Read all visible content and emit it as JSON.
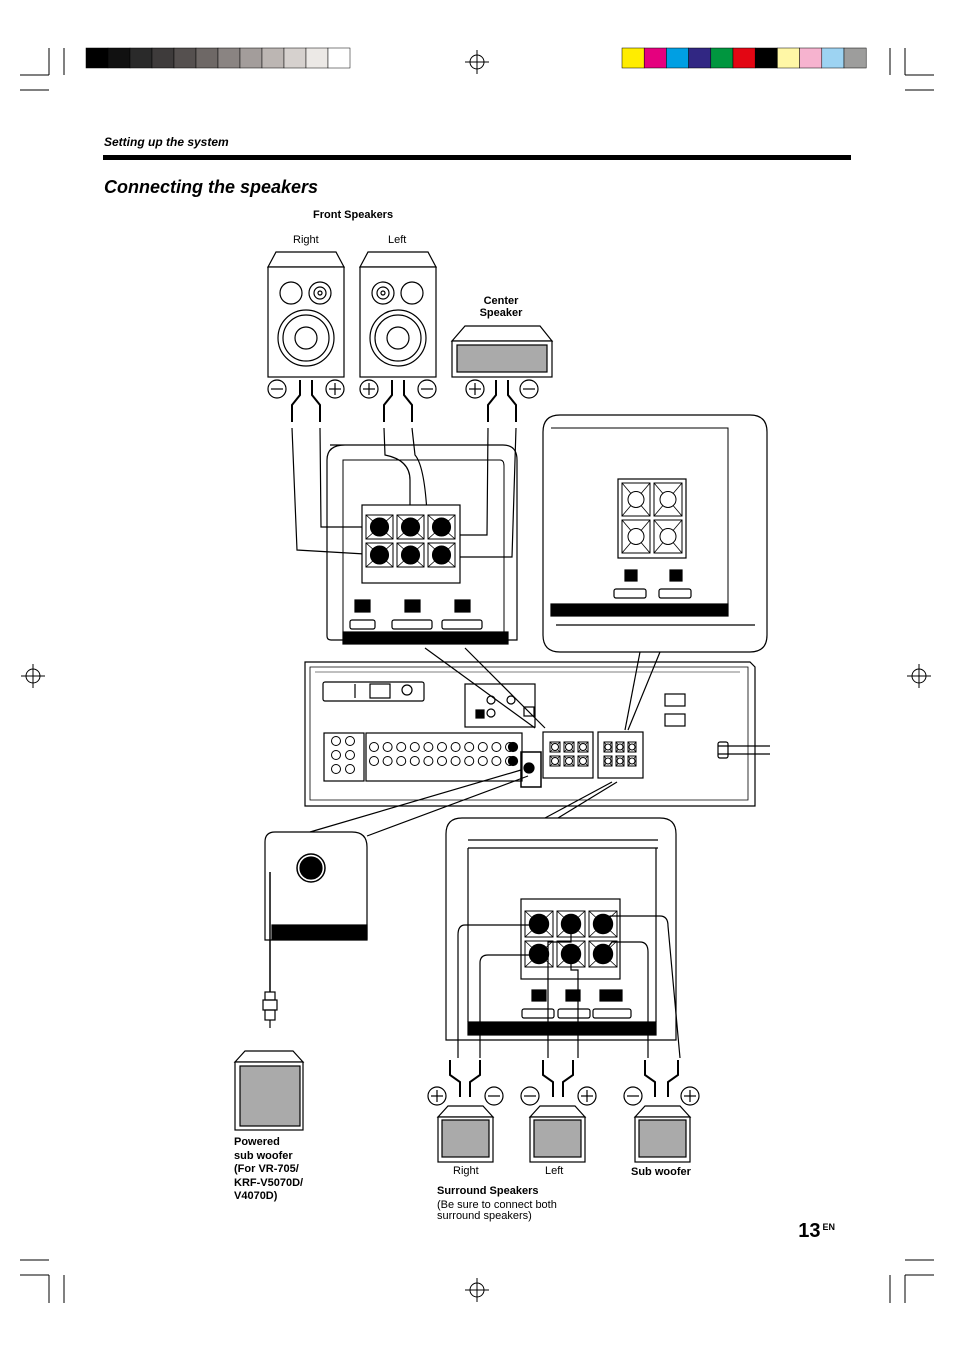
{
  "header": {
    "section": "Setting up the system",
    "title": "Connecting the speakers"
  },
  "front": {
    "heading": "Front Speakers",
    "right": "Right",
    "left": "Left"
  },
  "center": {
    "line1": "Center",
    "line2": "Speaker"
  },
  "subwoofer_powered": {
    "line1": "Powered",
    "line2": "sub woofer",
    "line3": "(For VR-705/",
    "line4": "KRF-V5070D/",
    "line5": "V4070D)"
  },
  "surround": {
    "right": "Right",
    "left": "Left",
    "heading": "Surround Speakers",
    "note1": "(Be sure to connect both",
    "note2": "surround speakers)"
  },
  "sub_woofer": "Sub woofer",
  "page": {
    "number": "13",
    "lang": "EN"
  },
  "colors": {
    "gray_swatches": [
      "#000000",
      "#111111",
      "#2a2a2a",
      "#3e3b3b",
      "#55504f",
      "#6e6866",
      "#8a8482",
      "#a39d9b",
      "#bcb6b3",
      "#d6d1ce",
      "#ece9e6",
      "#ffffff"
    ],
    "color_swatches": [
      "#ffed00",
      "#e5007e",
      "#009fe3",
      "#312783",
      "#00963f",
      "#e30613",
      "#000000",
      "#fff7a6",
      "#f6b3cf",
      "#9dd3f2",
      "#9d9d9c"
    ]
  }
}
